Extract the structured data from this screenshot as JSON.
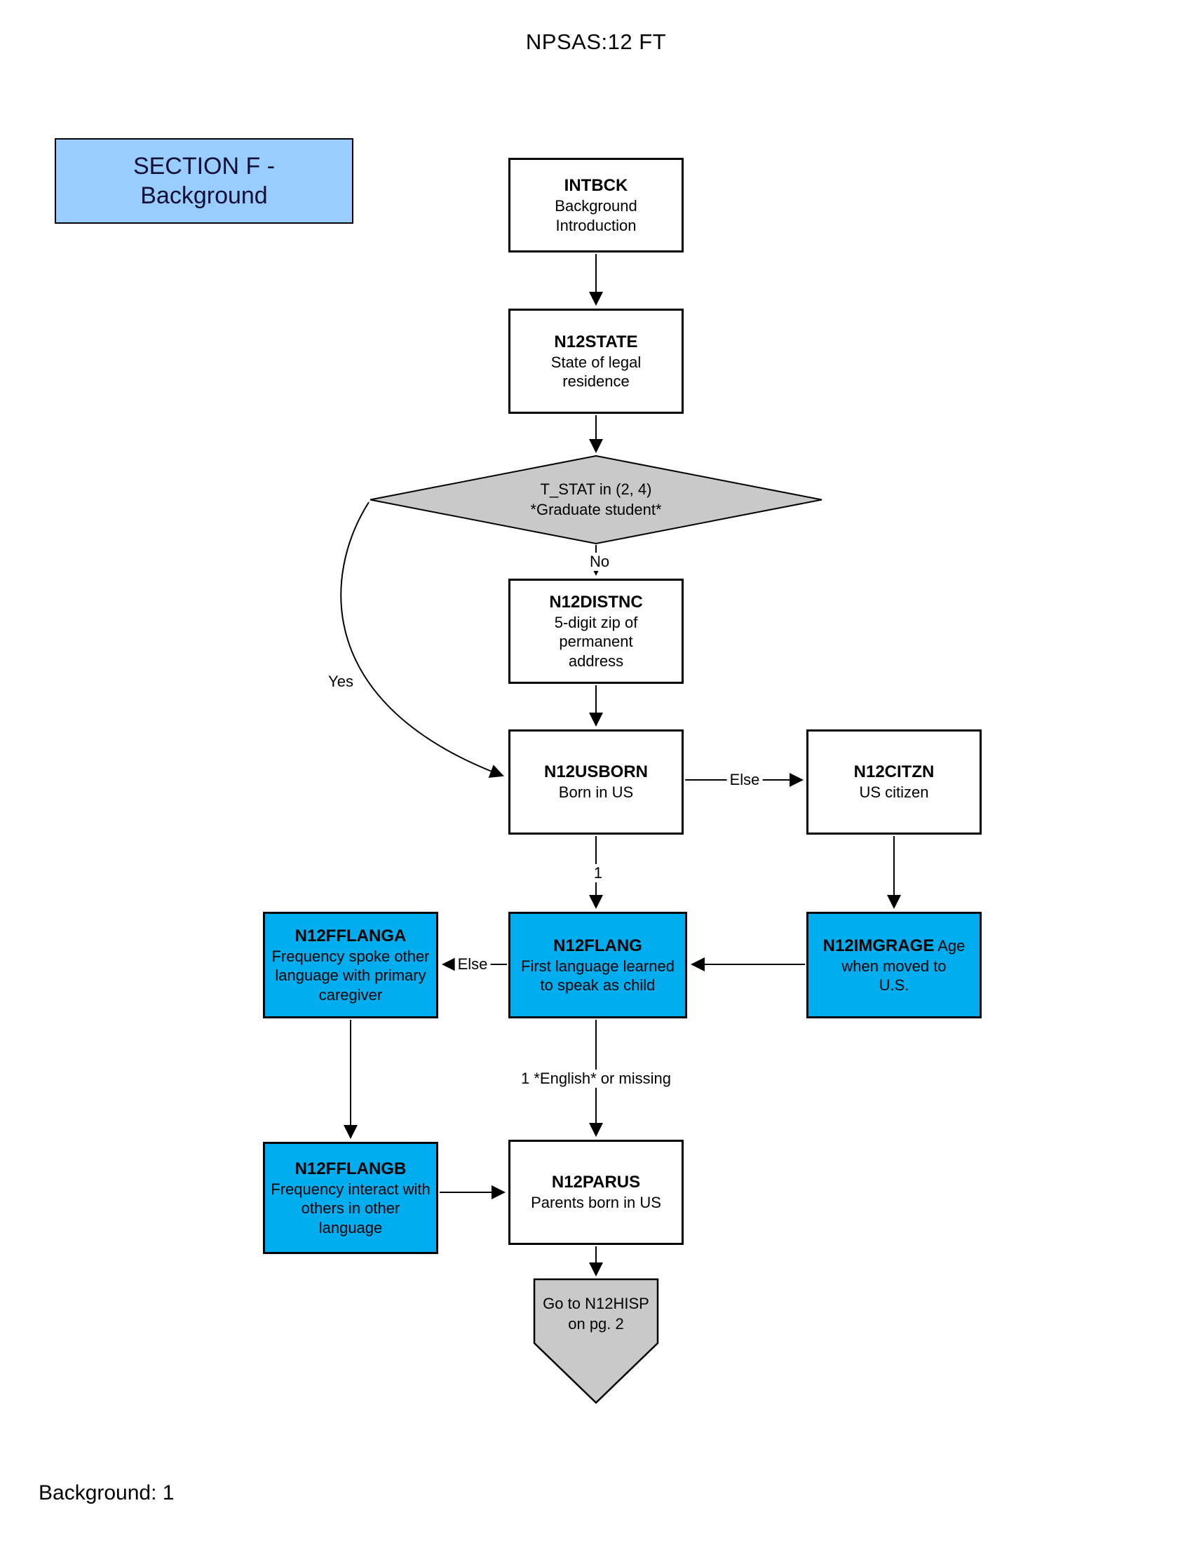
{
  "page": {
    "title": "NPSAS:12 FT",
    "footer": "Background: 1"
  },
  "section_header": {
    "label": "SECTION F -\nBackground"
  },
  "colors": {
    "question_blue": "#00AEEF",
    "header_light_blue": "#99CCFF",
    "decision_gray": "#C9C9C9",
    "box_white": "#FFFFFF",
    "line_black": "#000000"
  },
  "nodes": {
    "intbck": {
      "code": "INTBCK",
      "desc": "Background\nIntroduction"
    },
    "n12state": {
      "code": "N12STATE",
      "desc": "State of legal residence"
    },
    "n12distnc": {
      "code": "N12DISTNC",
      "desc": "5-digit zip of permanent\naddress"
    },
    "n12usborn": {
      "code": "N12USBORN",
      "desc": "Born in US"
    },
    "n12citzn": {
      "code": "N12CITZN",
      "desc": "US citizen"
    },
    "n12fflanga": {
      "code": "N12FFLANGA",
      "desc": "Frequency spoke other\nlanguage with primary\ncaregiver"
    },
    "n12flang": {
      "code": "N12FLANG",
      "desc": "First language learned\nto speak as child"
    },
    "n12imgrage": {
      "code": "N12IMGRAGE",
      "desc": " Age\nwhen moved to\nU.S."
    },
    "n12fflangb": {
      "code": "N12FFLANGB",
      "desc": "Frequency interact with\nothers in other\nlanguage"
    },
    "n12parus": {
      "code": "N12PARUS",
      "desc": "Parents born in US"
    }
  },
  "decision": {
    "condition": "T_STAT in (2, 4)",
    "annotation": "*Graduate student*"
  },
  "terminator": {
    "label": "Go to N12HISP\non pg. 2"
  },
  "edge_labels": {
    "no": "No",
    "yes": "Yes",
    "else_to_citzn": "Else",
    "one": "1",
    "else_to_fflanga": "Else",
    "english_or_missing": "1 *English* or missing"
  }
}
